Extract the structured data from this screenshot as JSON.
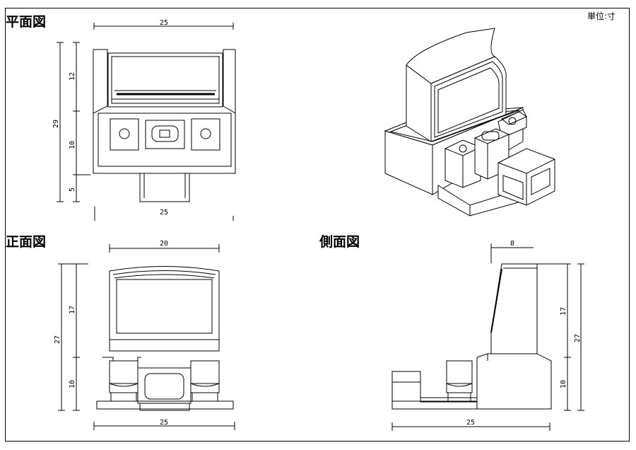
{
  "views": {
    "plan": {
      "title": "平面図",
      "dims": {
        "top_width": "25",
        "bottom_width": "25",
        "total_depth": "29",
        "seg_upper": "12",
        "seg_middle": "10",
        "seg_lower": "5"
      }
    },
    "front": {
      "title": "正面図",
      "dims": {
        "top_width": "20",
        "bottom_width": "25",
        "total_height": "27",
        "seg_upper": "17",
        "seg_lower": "10"
      }
    },
    "side": {
      "title": "側面図",
      "dims": {
        "top_width": "8",
        "bottom_width": "25",
        "total_height": "27",
        "seg_upper": "17",
        "seg_lower": "10"
      }
    }
  },
  "unit_label": "単位:寸"
}
